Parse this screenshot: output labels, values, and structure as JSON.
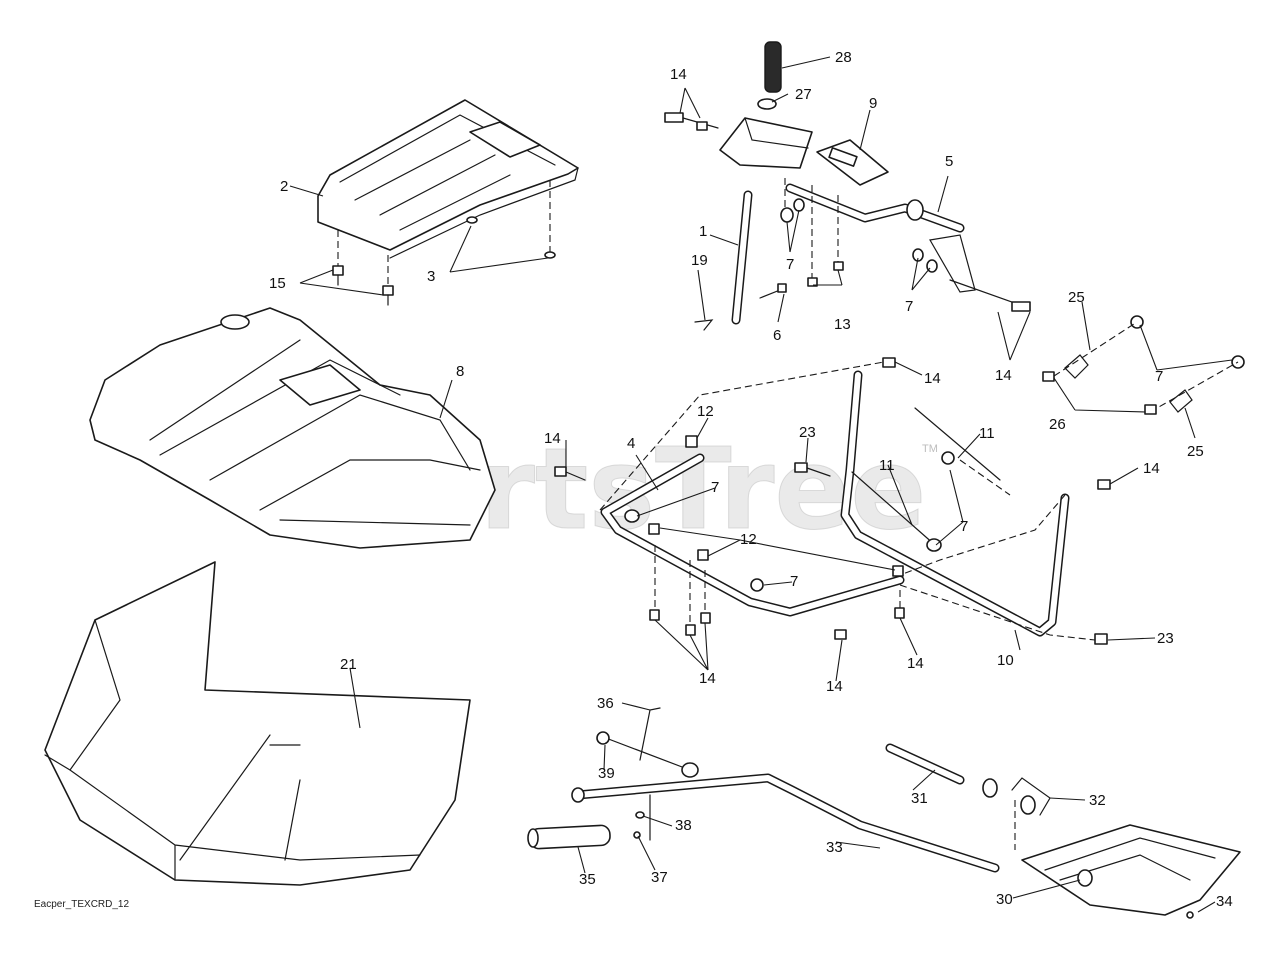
{
  "diagram": {
    "watermark": "PartsTree",
    "watermark_mark": "TM",
    "caption": "Eacper_TEXCRD_12",
    "callouts": [
      {
        "id": "c28",
        "label": "28"
      },
      {
        "id": "c14a",
        "label": "14"
      },
      {
        "id": "c27",
        "label": "27"
      },
      {
        "id": "c9",
        "label": "9"
      },
      {
        "id": "c2",
        "label": "2"
      },
      {
        "id": "c5",
        "label": "5"
      },
      {
        "id": "c1",
        "label": "1"
      },
      {
        "id": "c3",
        "label": "3"
      },
      {
        "id": "c15",
        "label": "15"
      },
      {
        "id": "c7a",
        "label": "7"
      },
      {
        "id": "c19",
        "label": "19"
      },
      {
        "id": "c7b",
        "label": "7"
      },
      {
        "id": "c13",
        "label": "13"
      },
      {
        "id": "c6",
        "label": "6"
      },
      {
        "id": "c25a",
        "label": "25"
      },
      {
        "id": "c8",
        "label": "8"
      },
      {
        "id": "c14b",
        "label": "14"
      },
      {
        "id": "c14c",
        "label": "14"
      },
      {
        "id": "c7c",
        "label": "7"
      },
      {
        "id": "c12a",
        "label": "12"
      },
      {
        "id": "c26",
        "label": "26"
      },
      {
        "id": "c14d",
        "label": "14"
      },
      {
        "id": "c23a",
        "label": "23"
      },
      {
        "id": "c11a",
        "label": "11"
      },
      {
        "id": "c4",
        "label": "4"
      },
      {
        "id": "c25b",
        "label": "25"
      },
      {
        "id": "c11b",
        "label": "11"
      },
      {
        "id": "c14e",
        "label": "14"
      },
      {
        "id": "c7d",
        "label": "7"
      },
      {
        "id": "c7e",
        "label": "7"
      },
      {
        "id": "c12b",
        "label": "12"
      },
      {
        "id": "c7f",
        "label": "7"
      },
      {
        "id": "c23b",
        "label": "23"
      },
      {
        "id": "c21",
        "label": "21"
      },
      {
        "id": "c10",
        "label": "10"
      },
      {
        "id": "c14f",
        "label": "14"
      },
      {
        "id": "c14g",
        "label": "14"
      },
      {
        "id": "c14h",
        "label": "14"
      },
      {
        "id": "c36",
        "label": "36"
      },
      {
        "id": "c39",
        "label": "39"
      },
      {
        "id": "c31",
        "label": "31"
      },
      {
        "id": "c32",
        "label": "32"
      },
      {
        "id": "c38",
        "label": "38"
      },
      {
        "id": "c33",
        "label": "33"
      },
      {
        "id": "c35",
        "label": "35"
      },
      {
        "id": "c37",
        "label": "37"
      },
      {
        "id": "c30",
        "label": "30"
      },
      {
        "id": "c34",
        "label": "34"
      }
    ]
  }
}
